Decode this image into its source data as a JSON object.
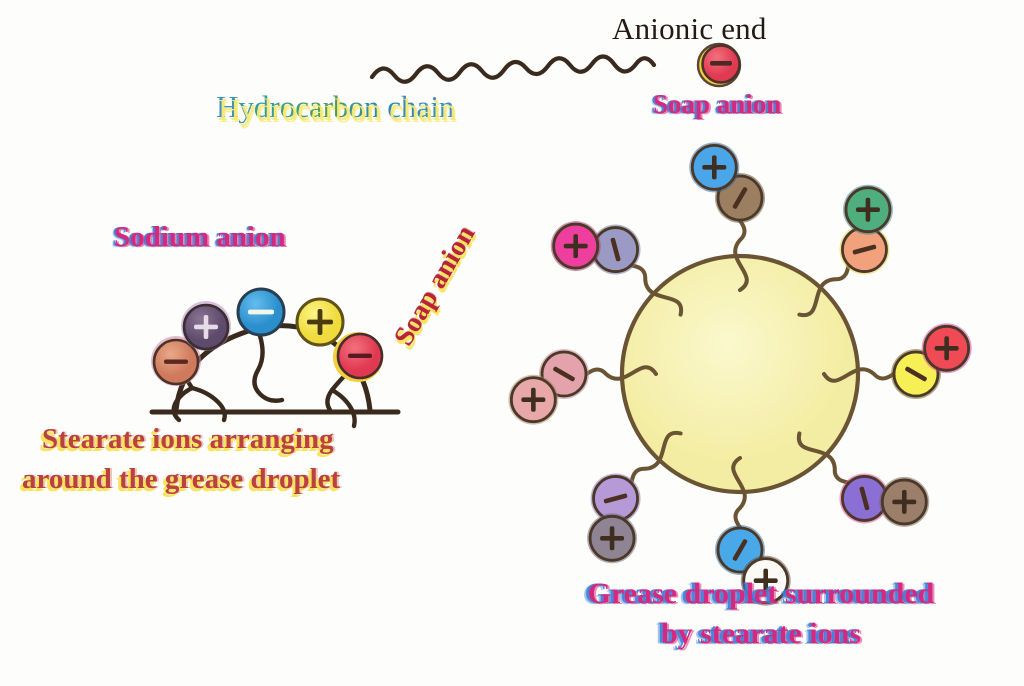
{
  "figure": {
    "title": "Soap micelle and stearate ion diagram",
    "background_color": "#fdfdfb",
    "ink_color": "#3a2a1e"
  },
  "top_diagram": {
    "anionic_end_label": "Anionic end",
    "hydrocarbon_chain_label": "Hydrocarbon chain",
    "soap_anion_label": "Soap anion",
    "head_charge": "−",
    "head_color": "#e8495e",
    "head_ring_color": "#f2cf3c"
  },
  "left_diagram": {
    "sodium_anion_label": "Sodium anion",
    "soap_anion_label": "Soap anion",
    "caption_line1": "Stearate ions arranging",
    "caption_line2": "around the grease droplet",
    "ions": [
      {
        "name": "ion-orange-minus",
        "charge": "−",
        "fill": "#d98a6a",
        "ring": "#c66a9a"
      },
      {
        "name": "ion-purple-plus",
        "charge": "+",
        "fill": "#6f5b7a",
        "ring": "#8e7aa0"
      },
      {
        "name": "ion-blue-minus",
        "charge": "−",
        "fill": "#3aa3df",
        "ring": "#2b6f9e"
      },
      {
        "name": "ion-yellow-plus",
        "charge": "+",
        "fill": "#f4e14c",
        "ring": "#8a7a2c"
      },
      {
        "name": "ion-red-minus",
        "charge": "−",
        "fill": "#e8495e",
        "ring": "#f2cf3c"
      }
    ]
  },
  "right_diagram": {
    "caption_line1": "Grease droplet surrounded",
    "caption_line2": "by stearate ions",
    "droplet_fill": "#f6f2b0",
    "droplet_stroke": "#6b5434",
    "arms": [
      {
        "name": "arm-top",
        "angle": -90,
        "inner_charge": "−",
        "inner_fill": "#9b7f60",
        "inner_ring": "#6b5434",
        "outer_charge": "+",
        "outer_fill": "#4aa6e8",
        "outer_ring": "#2e5f96"
      },
      {
        "name": "arm-top-right",
        "angle": -45,
        "inner_charge": "−",
        "inner_fill": "#f1a27c",
        "inner_ring": "#e8d24a",
        "outer_charge": "+",
        "outer_fill": "#4fae7e",
        "outer_ring": "#2f7a85"
      },
      {
        "name": "arm-right",
        "angle": 0,
        "inner_charge": "−",
        "inner_fill": "#f6ef55",
        "inner_ring": "#7a6a22",
        "outer_charge": "+",
        "outer_fill": "#ef4a55",
        "outer_ring": "#d6379a"
      },
      {
        "name": "arm-bottom-right",
        "angle": 45,
        "inner_charge": "−",
        "inner_fill": "#8b6fd4",
        "inner_ring": "#e2479b",
        "outer_charge": "+",
        "outer_fill": "#9c7f6a",
        "outer_ring": "#7a5a48"
      },
      {
        "name": "arm-bottom",
        "angle": 90,
        "inner_charge": "−",
        "inner_fill": "#49a8e8",
        "inner_ring": "#3a6f9e",
        "outer_charge": "+",
        "outer_fill": "#fbfaf4",
        "outer_ring": "#5a4436"
      },
      {
        "name": "arm-bottom-left",
        "angle": 135,
        "inner_charge": "−",
        "inner_fill": "#b69ad8",
        "inner_ring": "#8a74a8",
        "outer_charge": "+",
        "outer_fill": "#8f8494",
        "outer_ring": "#6a5f70"
      },
      {
        "name": "arm-left",
        "angle": 180,
        "inner_charge": "−",
        "inner_fill": "#e4a2ad",
        "inner_ring": "#c6838f",
        "outer_charge": "+",
        "outer_fill": "#e8a8a8",
        "outer_ring": "#b08060"
      },
      {
        "name": "arm-top-left",
        "angle": -135,
        "inner_charge": "−",
        "inner_fill": "#9a9ac4",
        "inner_ring": "#7878a4",
        "outer_charge": "+",
        "outer_fill": "#ef3f9e",
        "outer_ring": "#a8305f"
      }
    ]
  }
}
